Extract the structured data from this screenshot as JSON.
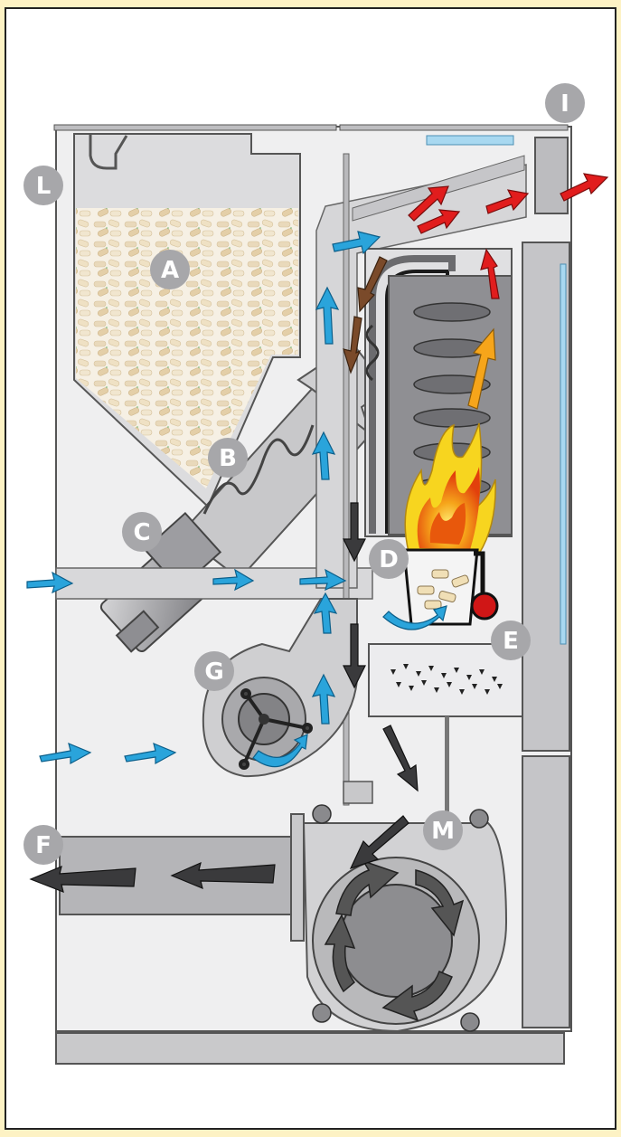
{
  "diagram": {
    "labels": {
      "A": "A",
      "B": "B",
      "C": "C",
      "D": "D",
      "E": "E",
      "F": "F",
      "G": "G",
      "I": "I",
      "L": "L",
      "M": "M"
    }
  },
  "colors": {
    "background": "#fdf2c4",
    "panel": "#efeff0",
    "metal": "#c8c8ca",
    "dark_metal": "#8e8e92",
    "label_bubble": "#a7a7aa",
    "air_arrow": "#2aa4db",
    "hot_arrow": "#e11d1d",
    "smoke_arrow": "#4a4a4a",
    "brown_arrow": "#7a4a2a",
    "flame_outer": "#f7d51f",
    "flame_inner": "#e8580c",
    "glass": "#a8d8f0"
  },
  "icons": [
    "pellet-icon",
    "auger-icon",
    "fan-icon",
    "flame-icon",
    "igniter-icon"
  ]
}
